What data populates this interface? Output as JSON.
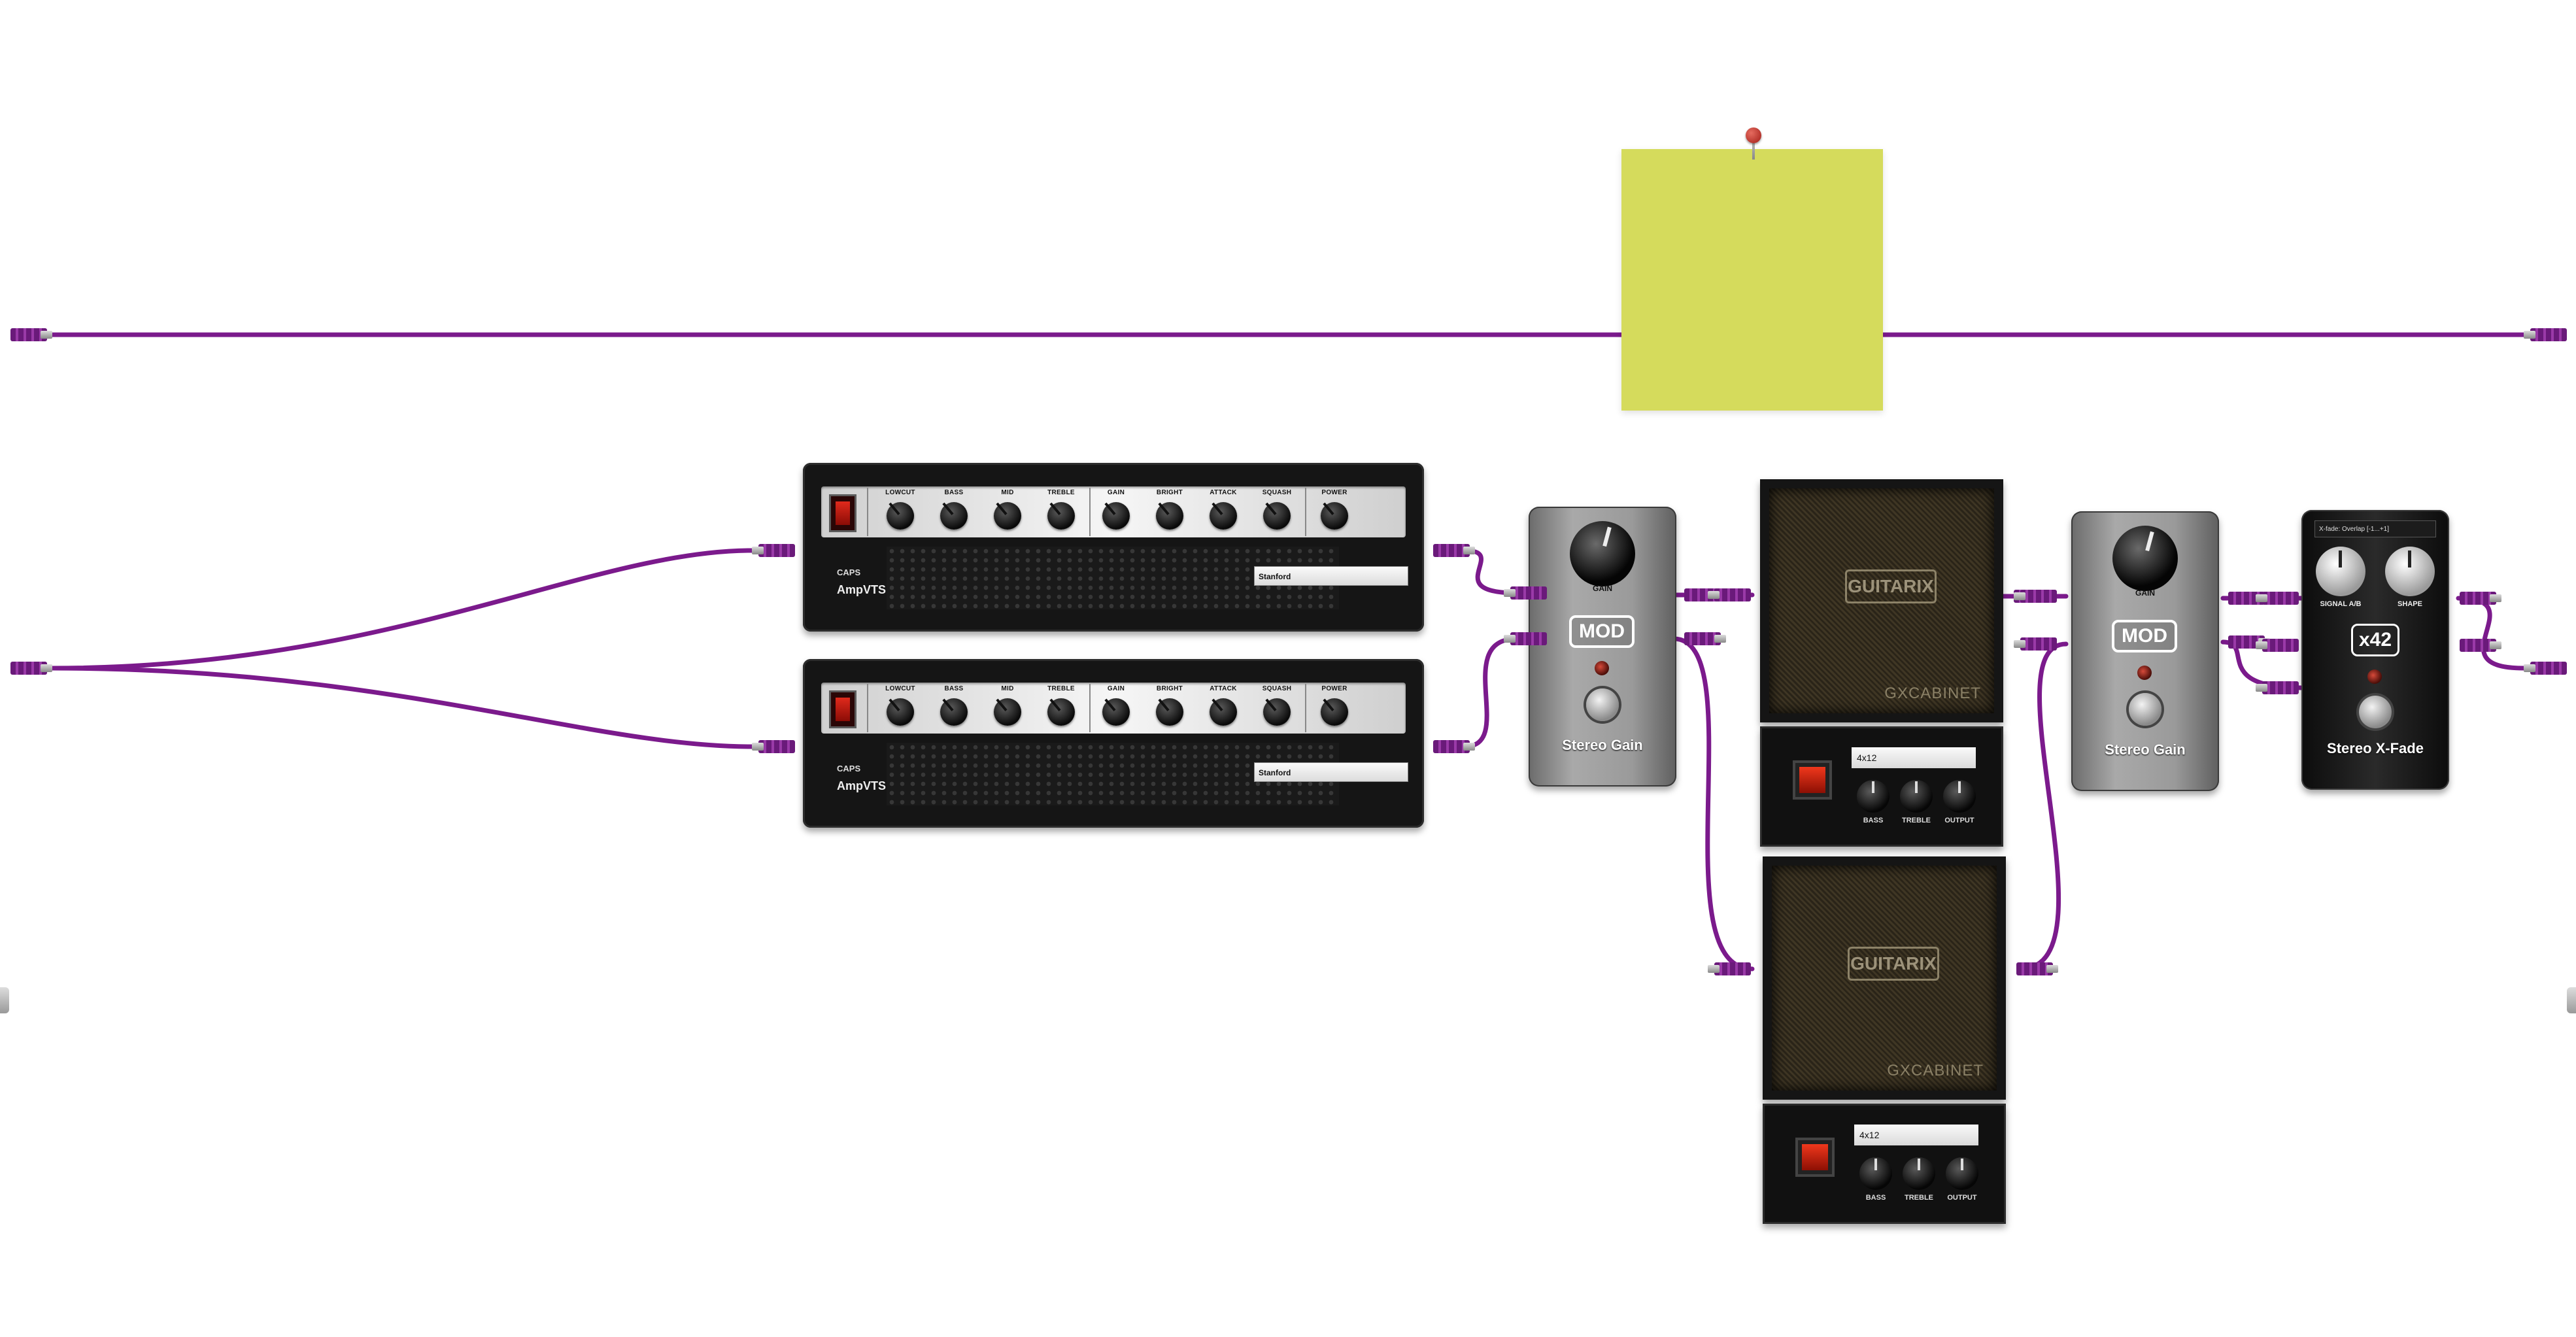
{
  "note": {
    "text": ""
  },
  "amps": [
    {
      "maker": "CAPS",
      "model": "AmpVTS",
      "preset": "Stanford",
      "knobs": [
        "LOWCUT",
        "BASS",
        "MID",
        "TREBLE",
        "GAIN",
        "BRIGHT",
        "ATTACK",
        "SQUASH",
        "POWER"
      ]
    },
    {
      "maker": "CAPS",
      "model": "AmpVTS",
      "preset": "Stanford",
      "knobs": [
        "LOWCUT",
        "BASS",
        "MID",
        "TREBLE",
        "GAIN",
        "BRIGHT",
        "ATTACK",
        "SQUASH",
        "POWER"
      ]
    }
  ],
  "gain_pedals": [
    {
      "knob_label": "GAIN",
      "badge": "MOD",
      "name": "Stereo Gain"
    },
    {
      "knob_label": "GAIN",
      "badge": "MOD",
      "name": "Stereo Gain"
    }
  ],
  "cabinets": [
    {
      "logo": "GUITARIX",
      "brand": "GXCABINET",
      "model": "4x12",
      "knobs": [
        "BASS",
        "TREBLE",
        "OUTPUT"
      ]
    },
    {
      "logo": "GUITARIX",
      "brand": "GXCABINET",
      "model": "4x12",
      "knobs": [
        "BASS",
        "TREBLE",
        "OUTPUT"
      ]
    }
  ],
  "xfade": {
    "mode": "X-fade: Overlap [-1...+1]",
    "knob_labels": [
      "SIGNAL A/B",
      "SHAPE"
    ],
    "badge": "x42",
    "name": "Stereo X-Fade"
  },
  "colors": {
    "cable": "#7b1a8c",
    "note": "#d5db5c"
  },
  "icons": [
    "push-pin-icon",
    "power-switch-icon",
    "cable-jack-icon",
    "footswitch-icon",
    "led-icon"
  ]
}
